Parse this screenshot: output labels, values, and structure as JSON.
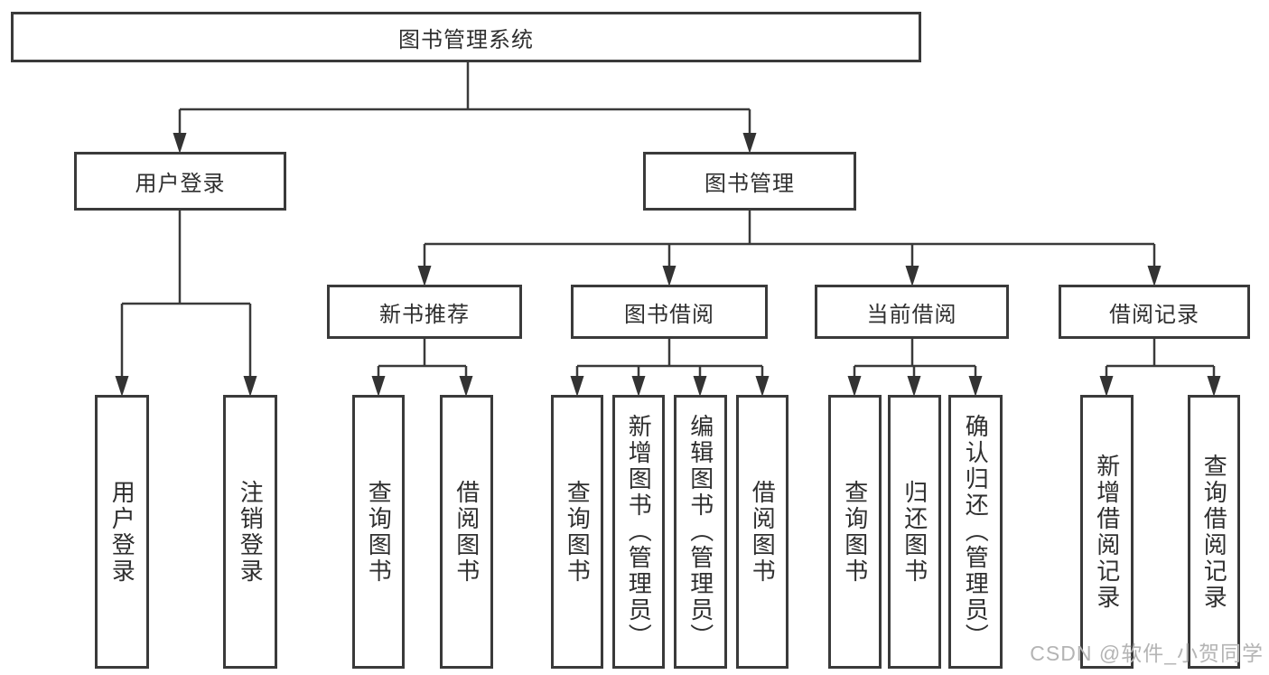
{
  "diagram": {
    "root": {
      "label": "图书管理系统"
    },
    "branches": [
      {
        "label": "用户登录",
        "children": [
          {
            "label": "用户登录"
          },
          {
            "label": "注销登录"
          }
        ]
      },
      {
        "label": "图书管理",
        "children": [
          {
            "label": "新书推荐",
            "children": [
              {
                "label": "查询图书"
              },
              {
                "label": "借阅图书"
              }
            ]
          },
          {
            "label": "图书借阅",
            "children": [
              {
                "label": "查询图书"
              },
              {
                "label": "新增图书（管理员）"
              },
              {
                "label": "编辑图书（管理员）"
              },
              {
                "label": "借阅图书"
              }
            ]
          },
          {
            "label": "当前借阅",
            "children": [
              {
                "label": "查询图书"
              },
              {
                "label": "归还图书"
              },
              {
                "label": "确认归还（管理员）"
              }
            ]
          },
          {
            "label": "借阅记录",
            "children": [
              {
                "label": "新增借阅记录"
              },
              {
                "label": "查询借阅记录"
              }
            ]
          }
        ]
      }
    ]
  },
  "watermark": {
    "text": "CSDN @软件_小贺同学"
  },
  "colors": {
    "line": "#3a3a3a",
    "box_border": "#3a3a3a",
    "text": "#2f2f2f",
    "watermark": "#b4b4b4",
    "background": "#ffffff"
  }
}
